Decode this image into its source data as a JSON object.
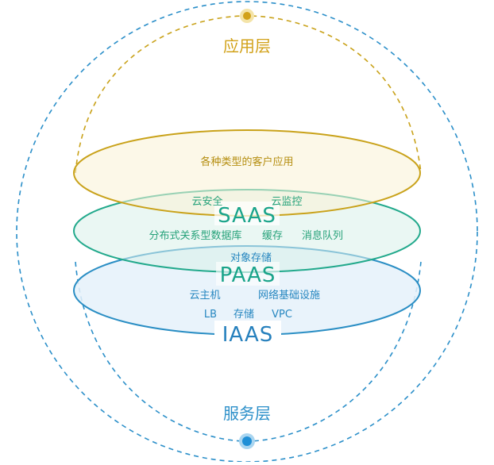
{
  "diagram": {
    "top_label": "应用层",
    "bottom_label": "服务层",
    "app_layer": {
      "items": [
        "各种类型的客户应用"
      ]
    },
    "saas": {
      "title": "SAAS",
      "items": [
        "云安全",
        "云监控"
      ]
    },
    "paas": {
      "title": "PAAS",
      "items": [
        "分布式关系型数据库",
        "缓存",
        "消息队列",
        "对象存储"
      ]
    },
    "iaas": {
      "title": "IAAS",
      "items": [
        "云主机",
        "网络基础设施",
        "LB",
        "存储",
        "VPC"
      ]
    },
    "colors": {
      "app": "#d2a21a",
      "saas": "#1aa48a",
      "iaas": "#2680bd",
      "outer_circle": "#2b8fc9"
    }
  }
}
